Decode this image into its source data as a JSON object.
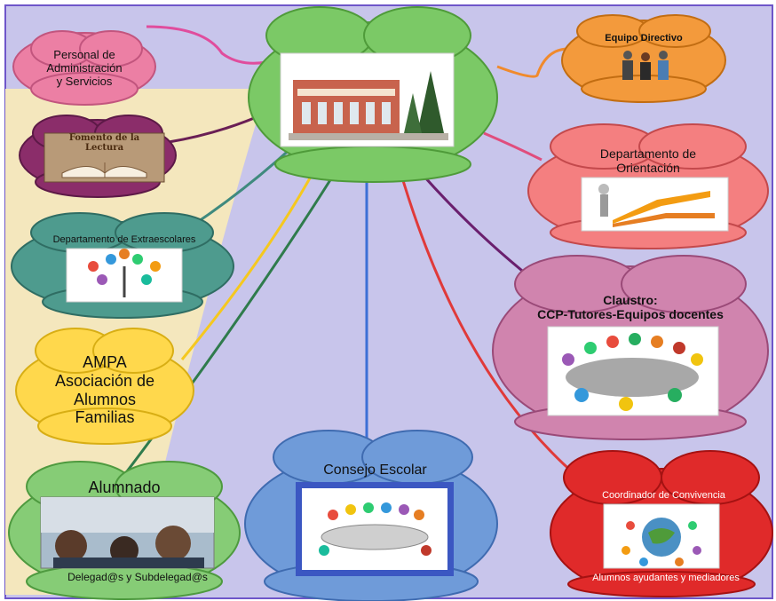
{
  "nodes": {
    "center": {
      "label": "",
      "image": "school-building-illustration"
    },
    "personal": {
      "label": "Personal de\nAdministración\ny Servicios",
      "color": "#ec7fa4"
    },
    "biblioteca": {
      "label": "Fomento de la Lectura",
      "image": "open-book-illustration",
      "color": "#8b2d6a"
    },
    "extraescolares": {
      "label": "Departamento de Extraescolares",
      "image": "tree-of-activities-icons",
      "color": "#4e9b8e"
    },
    "ampa": {
      "label": "AMPA\nAsociación de\nAlumnos\nFamilias",
      "color": "#ffd84c"
    },
    "alumnado": {
      "label": "Alumnado",
      "sublabel": "Delegad@s y Subdelegad@s",
      "image": "classroom-photo",
      "color": "#86cc76"
    },
    "consejo": {
      "label": "Consejo Escolar",
      "image": "meeting-table-figures",
      "color": "#6f9bd9"
    },
    "equipo": {
      "label": "Equipo Directivo",
      "image": "three-people-icon",
      "color": "#f39a3c"
    },
    "orientacion": {
      "label": "Departamento de\nOrientación",
      "image": "guide-figure-arrows",
      "color": "#f47f80"
    },
    "claustro": {
      "label": "Claustro:\nCCP-Tutores-Equipos docentes",
      "image": "colored-figures-puzzle-table",
      "color": "#d084ae"
    },
    "convivencia": {
      "label": "Coordinador de Convivencia",
      "sublabel": "Alumnos ayudantes y mediadores",
      "image": "figures-around-globe",
      "color": "#e02a2a"
    }
  },
  "colors": {
    "background_purple": "#c8c5eb",
    "background_beige": "#f4e7bd",
    "center_cloud": "#7bc966"
  }
}
